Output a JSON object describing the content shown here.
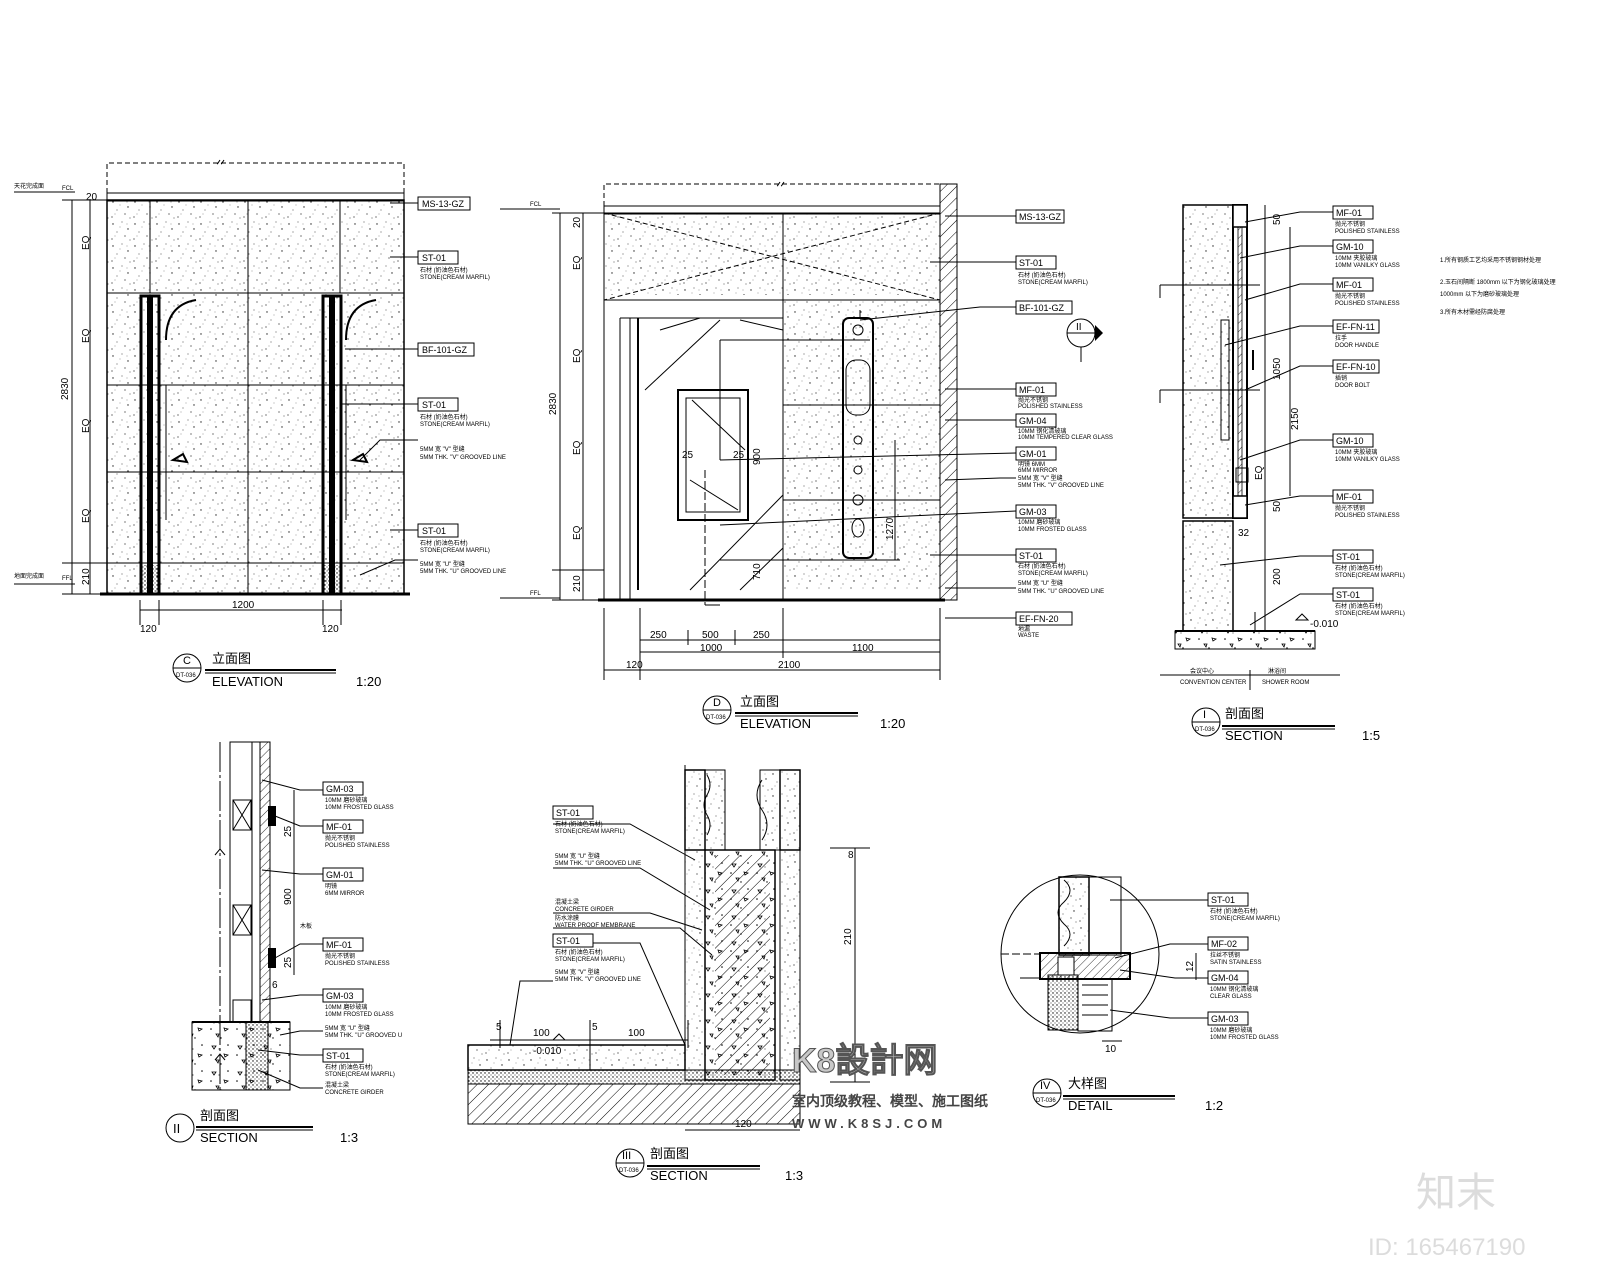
{
  "views": {
    "c": {
      "mark": "C",
      "ref": "DT-036",
      "title_cn": "立面图",
      "title_en": "ELEVATION",
      "scale": "1:20",
      "height_total": "2830",
      "eq": "EQ",
      "dim_top": "20",
      "dim_bottom": "210",
      "width": "1200",
      "side_left": "120",
      "side_right": "120",
      "fcl": "FCL",
      "ffl": "FFL",
      "level_top_cn": "天花完成面",
      "level_bottom_cn": "地面完成面",
      "tags": [
        {
          "code": "MS-13-GZ",
          "cn": "",
          "en": ""
        },
        {
          "code": "ST-01",
          "cn": "石材 (奶油色石材)",
          "en": "STONE(CREAM MARFIL)"
        },
        {
          "code": "BF-101-GZ",
          "cn": "",
          "en": ""
        },
        {
          "code": "ST-01",
          "cn": "石材 (奶油色石材)",
          "en": "STONE(CREAM MARFIL)"
        },
        {
          "code": "",
          "cn": "5MM 宽 \"V\" 型缝",
          "en": "5MM THK. \"V\" GROOVED LINE"
        },
        {
          "code": "ST-01",
          "cn": "石材 (奶油色石材)",
          "en": "STONE(CREAM MARFIL)"
        },
        {
          "code": "",
          "cn": "5MM 宽 \"U\" 型缝",
          "en": "5MM THK. \"U\" GROOVED LINE"
        }
      ]
    },
    "d": {
      "mark": "D",
      "ref": "DT-036",
      "title_cn": "立面图",
      "title_en": "ELEVATION",
      "scale": "1:20",
      "height_total": "2830",
      "eq": "EQ",
      "dim_top": "20",
      "dim_bottom": "210",
      "dim_mirror": "900",
      "dim_sill": "710",
      "dim_panel": "1270",
      "dim_gap": "25",
      "dim_a": "250",
      "dim_b": "500",
      "dim_c": "250",
      "dim_d": "1000",
      "dim_e": "1100",
      "dim_total": "2100",
      "dim_f": "120",
      "fcl": "FCL",
      "ffl": "FFL",
      "section_mark": "II",
      "tags": [
        {
          "code": "MS-13-GZ",
          "cn": "",
          "en": ""
        },
        {
          "code": "ST-01",
          "cn": "石材 (奶油色石材)",
          "en": "STONE(CREAM MARFIL)"
        },
        {
          "code": "BF-101-GZ",
          "cn": "",
          "en": ""
        },
        {
          "code": "MF-01",
          "cn": "抛光不锈钢",
          "en": "POLISHED STAINLESS"
        },
        {
          "code": "GM-04",
          "cn": "10MM 钢化清玻璃",
          "en": "10MM TEMPERED CLEAR GLASS"
        },
        {
          "code": "GM-01",
          "cn": "明镜 6MM",
          "en": "6MM MIRROR"
        },
        {
          "code": "",
          "cn": "5MM 宽 \"V\" 型缝",
          "en": "5MM THK. \"V\" GROOVED LINE"
        },
        {
          "code": "GM-03",
          "cn": "10MM 磨砂玻璃",
          "en": "10MM FROSTED GLASS"
        },
        {
          "code": "ST-01",
          "cn": "石材 (奶油色石材)",
          "en": "STONE(CREAM MARFIL)"
        },
        {
          "code": "",
          "cn": "5MM 宽 \"U\" 型缝",
          "en": "5MM THK. \"U\" GROOVED LINE"
        },
        {
          "code": "EF-FN-20",
          "cn": "地漏",
          "en": "WASTE"
        }
      ]
    },
    "s1": {
      "mark": "I",
      "ref": "DT-036",
      "title_cn": "剖面图",
      "title_en": "SECTION",
      "scale": "1:5",
      "dim_top": "50",
      "dim_handle": "1050",
      "dim_door": "2150",
      "dim_eq": "EQ",
      "dim_bottom": "50",
      "dim_sill": "32",
      "dim_base": "200",
      "level": "-0.010",
      "zone_left_cn": "会议中心",
      "zone_left_en": "CONVENTION CENTER",
      "zone_right_cn": "淋浴间",
      "zone_right_en": "SHOWER ROOM",
      "tags": [
        {
          "code": "MF-01",
          "cn": "抛光不锈钢",
          "en": "POLISHED STAINLESS"
        },
        {
          "code": "GM-10",
          "cn": "10MM 夹胶玻璃",
          "en": "10MM VANILKY GLASS"
        },
        {
          "code": "MF-01",
          "cn": "抛光不锈钢",
          "en": "POLISHED STAINLESS"
        },
        {
          "code": "EF-FN-11",
          "cn": "拉手",
          "en": "DOOR HANDLE"
        },
        {
          "code": "EF-FN-10",
          "cn": "插销",
          "en": "DOOR BOLT"
        },
        {
          "code": "GM-10",
          "cn": "10MM 夹胶玻璃",
          "en": "10MM VANILKY GLASS"
        },
        {
          "code": "MF-01",
          "cn": "抛光不锈钢",
          "en": "POLISHED STAINLESS"
        },
        {
          "code": "ST-01",
          "cn": "石材 (奶油色石材)",
          "en": "STONE(CREAM MARFIL)"
        },
        {
          "code": "ST-01",
          "cn": "石材 (奶油色石材)",
          "en": "STONE(CREAM MARFIL)"
        }
      ]
    },
    "s2": {
      "mark": "II",
      "title_cn": "剖面图",
      "title_en": "SECTION",
      "scale": "1:3",
      "dim_a": "25",
      "dim_b": "900",
      "dim_c": "25",
      "dim_d": "6",
      "mid_label": "木板",
      "tags": [
        {
          "code": "GM-03",
          "cn": "10MM 磨砂玻璃",
          "en": "10MM FROSTED GLASS"
        },
        {
          "code": "MF-01",
          "cn": "抛光不锈钢",
          "en": "POLISHED STAINLESS"
        },
        {
          "code": "GM-01",
          "cn": "明镜",
          "en": "6MM MIRROR"
        },
        {
          "code": "MF-01",
          "cn": "抛光不锈钢",
          "en": "POLISHED STAINLESS"
        },
        {
          "code": "GM-03",
          "cn": "10MM 磨砂玻璃",
          "en": "10MM FROSTED GLASS"
        },
        {
          "code": "",
          "cn": "5MM 宽 \"U\" 型缝",
          "en": "5MM THK. \"U\" GROOVED U"
        },
        {
          "code": "ST-01",
          "cn": "石材 (奶油色石材)",
          "en": "STONE(CREAM MARFIL)"
        },
        {
          "code": "",
          "cn": "混凝土梁",
          "en": "CONCRETE GIRDER"
        }
      ]
    },
    "s3": {
      "mark": "III",
      "ref": "DT-036",
      "title_cn": "剖面图",
      "title_en": "SECTION",
      "scale": "1:3",
      "dim_height": "210",
      "dim_top": "8",
      "dim_a": "100",
      "dim_b": "100",
      "dim_c": "5",
      "dim_d": "5",
      "dim_width": "120",
      "level": "-0.010",
      "tags": [
        {
          "code": "ST-01",
          "cn": "石材 (奶油色石材)",
          "en": "STONE(CREAM MARFIL)"
        },
        {
          "code": "",
          "cn": "5MM 宽 \"U\" 型缝",
          "en": "5MM THK. \"U\" GROOVED LINE"
        },
        {
          "code": "",
          "cn": "混凝土梁",
          "en": "CONCRETE GIRDER"
        },
        {
          "code": "",
          "cn": "防水涂膜",
          "en": "WATER PROOF MEMBRANE"
        },
        {
          "code": "ST-01",
          "cn": "石材 (奶油色石材)",
          "en": "STONE(CREAM MARFIL)"
        },
        {
          "code": "",
          "cn": "5MM 宽 \"V\" 型缝",
          "en": "5MM THK. \"V\" GROOVED LINE"
        }
      ]
    },
    "detail": {
      "mark": "IV",
      "ref": "DT-036",
      "title_cn": "大样图",
      "title_en": "DETAIL",
      "scale": "1:2",
      "dim_a": "12",
      "dim_b": "10",
      "tags": [
        {
          "code": "ST-01",
          "cn": "石材 (奶油色石材)",
          "en": "STONE(CREAM MARFIL)"
        },
        {
          "code": "MF-02",
          "cn": "拉丝不锈钢",
          "en": "SATIN STAINLESS"
        },
        {
          "code": "GM-04",
          "cn": "10MM 钢化清玻璃",
          "en": "CLEAR GLASS"
        },
        {
          "code": "GM-03",
          "cn": "10MM 磨砂玻璃",
          "en": "10MM FROSTED GLASS"
        }
      ]
    }
  },
  "notes": {
    "lines": [
      "1.所有钢质工艺均采用不锈钢钢材处理",
      "2.玉石间隔断   1800mm   以下为钢化玻璃处理",
      "   1000mm   以下为磨砂玻璃处理",
      "3.所有木材需经防腐处理"
    ]
  },
  "watermark": {
    "brand": "K8設計网",
    "tagline": "室内顶级教程、模型、施工图纸",
    "url": "WWW.K8SJ.COM",
    "site": "知末",
    "id": "ID: 165467190"
  }
}
